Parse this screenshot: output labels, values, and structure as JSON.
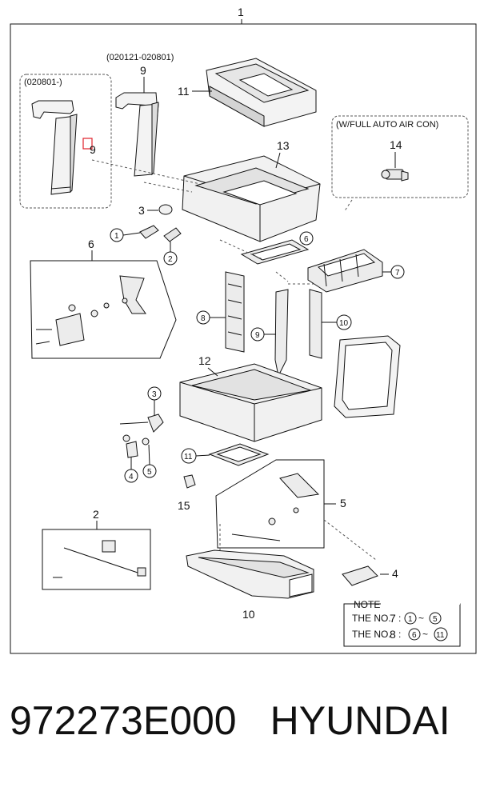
{
  "diagram": {
    "assembly_no": "1",
    "groups": {
      "g020801": "(020801-)",
      "g020121": "(020121-020801)",
      "full_auto": "(W/FULL AUTO AIR CON)"
    },
    "labels": {
      "l9_left": "9",
      "l9_top": "9",
      "l11_top": "11",
      "l14": "14",
      "l13": "13",
      "l3_top": "3",
      "l1": "1",
      "l2_top": "2",
      "l6": "6",
      "l6_circ": "6",
      "l7": "7",
      "l8": "8",
      "l9_mid": "9",
      "l10_mid": "10",
      "l12": "12",
      "l3_mid": "3",
      "l5_small": "5",
      "l4_small": "4",
      "l11_mid": "11",
      "l15": "15",
      "l5_right": "5",
      "l2_bottom": "2",
      "l4_right": "4",
      "l10_bottom": "10"
    },
    "note": {
      "title": "NOTE",
      "line1_prefix": "THE NO.",
      "line1_no": "7",
      "line1_colon": ":",
      "line1_from": "1",
      "line1_to": "5",
      "line2_prefix": "THE NO.",
      "line2_no": "8",
      "line2_colon": ":",
      "line2_from": "6",
      "line2_to": "11",
      "tilde": "~"
    }
  },
  "caption": {
    "part_number": "972273E000",
    "brand": "HYUNDAI"
  },
  "colors": {
    "ink": "#111111",
    "highlight": "#e0202a",
    "dash": "#555555"
  }
}
